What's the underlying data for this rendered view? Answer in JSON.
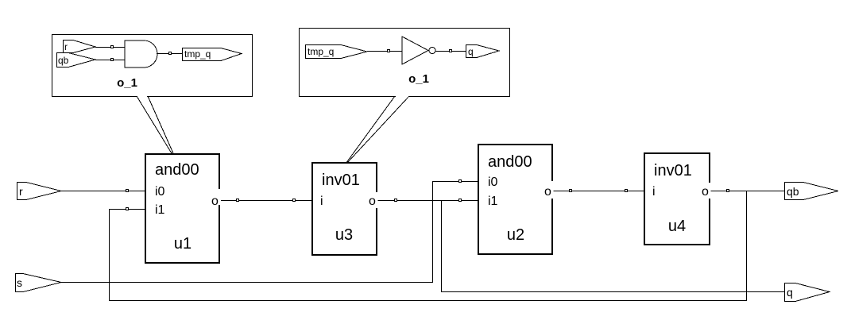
{
  "diagram": {
    "type": "schematic",
    "input_ports": [
      {
        "name": "r"
      },
      {
        "name": "s"
      }
    ],
    "output_ports": [
      {
        "name": "qb"
      },
      {
        "name": "q"
      }
    ],
    "instances": [
      {
        "id": "u1",
        "cell": "and00",
        "pins": [
          "i0",
          "i1",
          "o"
        ]
      },
      {
        "id": "u3",
        "cell": "inv01",
        "pins": [
          "i",
          "o"
        ]
      },
      {
        "id": "u2",
        "cell": "and00",
        "pins": [
          "i0",
          "i1",
          "o"
        ]
      },
      {
        "id": "u4",
        "cell": "inv01",
        "pins": [
          "i",
          "o"
        ]
      }
    ],
    "callouts": [
      {
        "target": "u1",
        "label": "o_1",
        "inputs": [
          "r",
          "qb"
        ],
        "gate": "and",
        "output": "tmp_q"
      },
      {
        "target": "u3",
        "label": "o_1",
        "inputs": [
          "tmp_q"
        ],
        "gate": "inverter",
        "output": "q"
      }
    ],
    "nets": [
      {
        "from": "r",
        "to": "u1.i0"
      },
      {
        "from": "u1.o",
        "to": "u3.i"
      },
      {
        "from": "u3.o",
        "to": "u2.i1"
      },
      {
        "from": "u3.o",
        "to": "q"
      },
      {
        "from": "s",
        "to": "u2.i0"
      },
      {
        "from": "u2.o",
        "to": "u4.i"
      },
      {
        "from": "u4.o",
        "to": "qb"
      },
      {
        "from": "u4.o",
        "to": "u1.i1"
      }
    ]
  }
}
